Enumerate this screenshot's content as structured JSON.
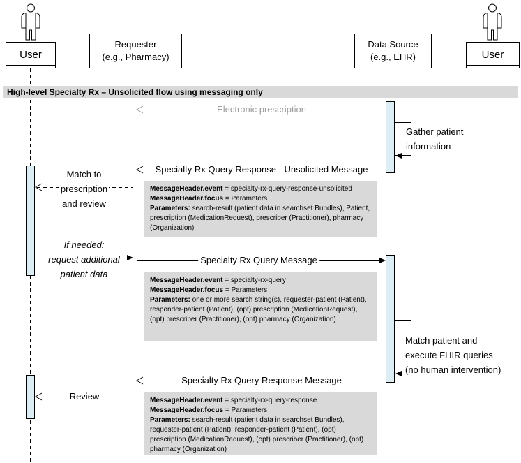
{
  "colors": {
    "activation_fill": "#dcedf4",
    "note_bg": "#d9d9d9",
    "title_bg": "#d9d9d9",
    "muted": "#9d9d9d"
  },
  "title": "High-level Specialty Rx – Unsolicited flow using messaging only",
  "actors": {
    "user_left": {
      "label": "User"
    },
    "requester": {
      "line1": "Requester",
      "line2": "(e.g., Pharmacy)"
    },
    "data_source": {
      "line1": "Data Source",
      "line2": "(e.g., EHR)"
    },
    "user_right": {
      "label": "User"
    }
  },
  "messages": {
    "electronic_prescription": "Electronic prescription",
    "gather_patient": [
      "Gather patient",
      "information"
    ],
    "query_response_unsolicited": "Specialty Rx Query Response - Unsolicited Message",
    "match_to": [
      "Match to",
      "prescription",
      "and review"
    ],
    "if_needed": [
      "If needed:",
      "request additional",
      "patient data"
    ],
    "query_message": "Specialty Rx Query Message",
    "match_patient": [
      "Match patient and",
      "execute FHIR queries",
      "(no human intervention)"
    ],
    "query_response": "Specialty Rx Query Response Message",
    "review": "Review"
  },
  "notes": [
    {
      "event_label": "MessageHeader.event",
      "event_value": "= specialty-rx-query-response-unsolicited",
      "focus_label": "MessageHeader.focus",
      "focus_value": "= Parameters",
      "params_label": "Parameters:",
      "params_value": "search-result (patient data in searchset Bundles), Patient, prescription (MedicationRequest), prescriber (Practitioner), pharmacy (Organization)"
    },
    {
      "event_label": "MessageHeader.event",
      "event_value": "= specialty-rx-query",
      "focus_label": "MessageHeader.focus",
      "focus_value": "= Parameters",
      "params_label": "Parameters:",
      "params_value": "one or more search string(s), requester-patient (Patient), responder-patient (Patient), (opt) prescription (MedicationRequest), (opt) prescriber (Practitioner), (opt) pharmacy (Organization)"
    },
    {
      "event_label": "MessageHeader.event",
      "event_value": "= specialty-rx-query-response",
      "focus_label": "MessageHeader.focus",
      "focus_value": "= Parameters",
      "params_label": "Parameters:",
      "params_value": "search-result (patient data in searchset Bundles), requester-patient (Patient), responder-patient (Patient), (opt) prescription (MedicationRequest), (opt) prescriber (Practitioner), (opt) pharmacy (Organization)"
    }
  ]
}
